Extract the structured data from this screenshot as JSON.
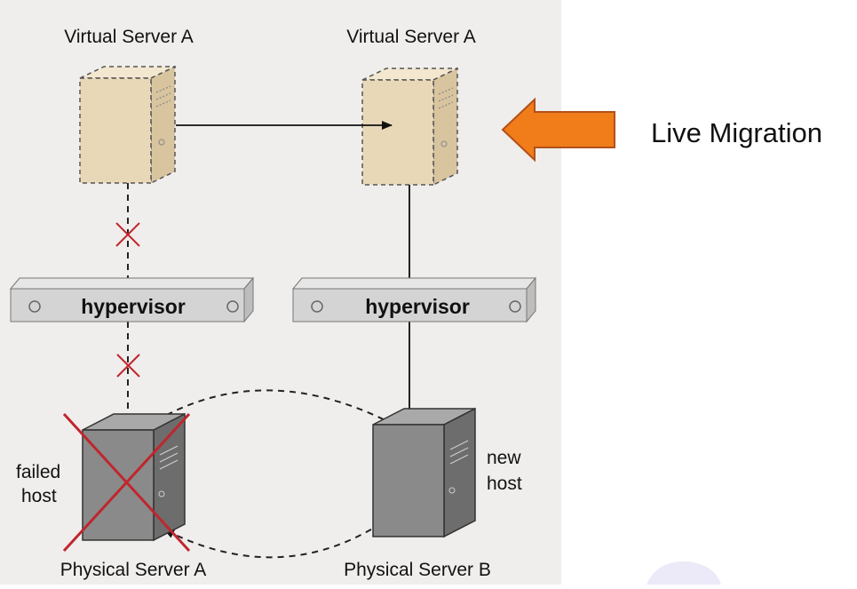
{
  "colors": {
    "panel_bg": "#efeeec",
    "virtual_server_fill": "#e8d8b8",
    "physical_server_fill": "#8a8a8a",
    "hypervisor_fill": "#d4d4d4",
    "failure_mark": "#c0262d",
    "arrow_orange": "#f07d1a"
  },
  "labels": {
    "virtual_server_left": "Virtual Server A",
    "virtual_server_right": "Virtual Server A",
    "hypervisor_left": "hypervisor",
    "hypervisor_right": "hypervisor",
    "failed_host_line1": "failed",
    "failed_host_line2": "host",
    "new_host_line1": "new",
    "new_host_line2": "host",
    "physical_server_a": "Physical Server A",
    "physical_server_b": "Physical Server B",
    "live_migration": "Live Migration"
  }
}
